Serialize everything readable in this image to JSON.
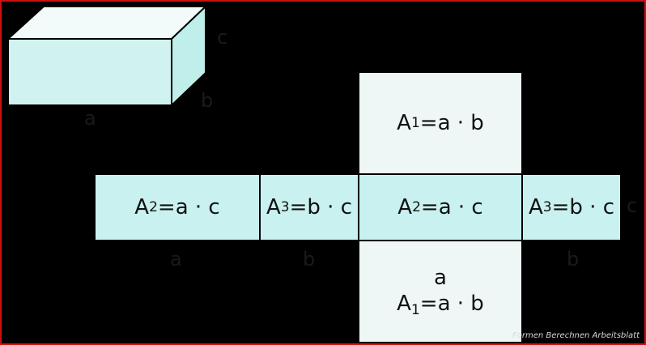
{
  "net": {
    "top_face": {
      "prefix": "A",
      "sub": "1",
      "formula": "=a · b"
    },
    "left_face": {
      "prefix": "A",
      "sub": "2",
      "formula": "=a · c"
    },
    "left_side_face": {
      "prefix": "A",
      "sub": "3",
      "formula": "=b · c"
    },
    "center_face": {
      "prefix": "A",
      "sub": "2",
      "formula": "=a · c"
    },
    "right_face": {
      "prefix": "A",
      "sub": "3",
      "formula": "=b · c"
    },
    "bottom_face": {
      "label_a": "a",
      "prefix": "A",
      "sub": "1",
      "formula": "=a · b"
    }
  },
  "cuboid": {
    "label_a": "a",
    "label_b": "b",
    "label_c": "c"
  },
  "net_labels": {
    "a": "a",
    "b": "b",
    "b_right": "b",
    "c": "c"
  },
  "watermark": "Formen Berechnen Arbeitsblatt",
  "colors": {
    "border": "#cc1111",
    "face_light": "#eef7f6",
    "face_cyan": "#c9f1ef",
    "background": "#000000"
  }
}
